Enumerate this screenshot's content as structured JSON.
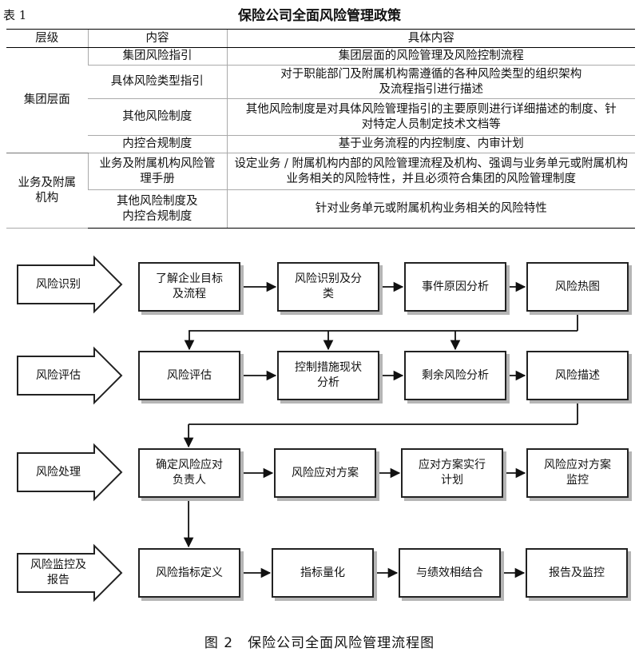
{
  "table": {
    "label": "表 1",
    "title": "保险公司全面风险管理政策",
    "headers": [
      "层级",
      "内容",
      "具体内容"
    ],
    "groups": [
      {
        "level": "集团层面",
        "rows": [
          {
            "content": "集团风险指引",
            "detail": "集团层面的风险管理及风险控制流程"
          },
          {
            "content": "具体风险类型指引",
            "detail": "对于职能部门及附属机构需遵循的各种风险类型的组织架构及流程指引进行描述"
          },
          {
            "content": "其他风险制度",
            "detail": "其他风险制度是对具体风险管理指引的主要原则进行详细描述的制度、针对特定人员制定技术文档等"
          },
          {
            "content": "内控合规制度",
            "detail": "基于业务流程的内控制度、内审计划"
          }
        ]
      },
      {
        "level": "业务及附属机构",
        "rows": [
          {
            "content": "业务及附属机构风险管理手册",
            "detail": "设定业务 / 附属机构内部的风险管理流程及机构、强调与业务单元或附属机构业务相关的风险特性，并且必须符合集团的风险管理制度"
          },
          {
            "content": "其他风险制度及内控合规制度",
            "detail": "针对业务单元或附属机构业务相关的风险特性"
          }
        ]
      }
    ]
  },
  "flow": {
    "caption": "图 2　保险公司全面风险管理流程图",
    "stages": [
      {
        "label": "风险识别",
        "steps": [
          "了解企业目标及流程",
          "风险识别及分类",
          "事件原因分析",
          "风险热图"
        ]
      },
      {
        "label": "风险评估",
        "steps": [
          "风险评估",
          "控制措施现状分析",
          "剩余风险分析",
          "风险描述"
        ]
      },
      {
        "label": "风险处理",
        "steps": [
          "确定风险应对负责人",
          "风险应对方案",
          "应对方案实行计划",
          "风险应对方案监控"
        ]
      },
      {
        "label": "风险监控及报告",
        "steps": [
          "风险指标定义",
          "指标量化",
          "与绩效相结合",
          "报告及监控"
        ]
      }
    ]
  }
}
